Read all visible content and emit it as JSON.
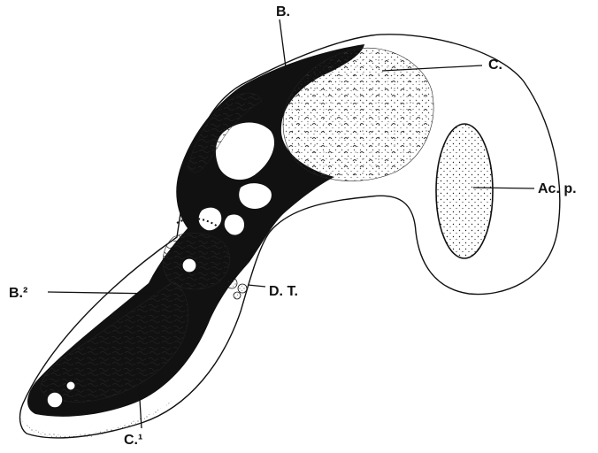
{
  "figure": {
    "background": "#ffffff",
    "ink": "#111111",
    "labels": {
      "b": "B.",
      "c": "C.",
      "ac_p": "Ac. p.",
      "b2": "B.²",
      "dt": "D. T.",
      "c1": "C.¹"
    }
  }
}
